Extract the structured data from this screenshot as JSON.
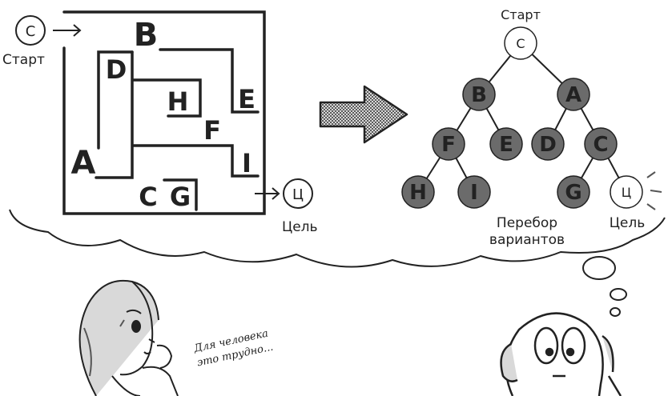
{
  "maze": {
    "start_node": "С",
    "start_label": "Старт",
    "goal_node": "Ц",
    "goal_label": "Цель",
    "rooms": [
      "B",
      "D",
      "H",
      "E",
      "F",
      "A",
      "I",
      "C",
      "G"
    ]
  },
  "tree": {
    "start_label": "Старт",
    "goal_label": "Цель",
    "search_caption_line1": "Перебор",
    "search_caption_line2": "вариантов",
    "nodes": [
      {
        "id": "root",
        "label": "С",
        "style": "open"
      },
      {
        "id": "b",
        "label": "B",
        "style": "filled"
      },
      {
        "id": "a",
        "label": "A",
        "style": "filled"
      },
      {
        "id": "f",
        "label": "F",
        "style": "filled"
      },
      {
        "id": "e",
        "label": "E",
        "style": "filled"
      },
      {
        "id": "d",
        "label": "D",
        "style": "filled"
      },
      {
        "id": "c",
        "label": "C",
        "style": "filled"
      },
      {
        "id": "h",
        "label": "H",
        "style": "filled"
      },
      {
        "id": "i",
        "label": "I",
        "style": "filled"
      },
      {
        "id": "g",
        "label": "G",
        "style": "filled"
      },
      {
        "id": "goal",
        "label": "Ц",
        "style": "open"
      }
    ],
    "edges": [
      [
        "root",
        "b"
      ],
      [
        "root",
        "a"
      ],
      [
        "b",
        "f"
      ],
      [
        "b",
        "e"
      ],
      [
        "a",
        "d"
      ],
      [
        "a",
        "c"
      ],
      [
        "f",
        "h"
      ],
      [
        "f",
        "i"
      ],
      [
        "c",
        "g"
      ],
      [
        "c",
        "goal"
      ]
    ]
  },
  "speech": {
    "line1": "Для человека",
    "line2": "это трудно..."
  },
  "colors": {
    "ink": "#222222",
    "node_fill": "#6b6b6b",
    "arrow_fill": "#9a9a9a"
  }
}
